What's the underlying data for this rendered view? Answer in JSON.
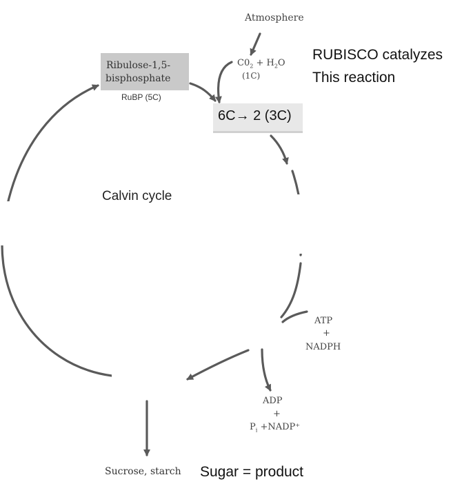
{
  "atmosphere": "Atmosphere",
  "co2_h2o": {
    "co": "C0",
    "sub2": "2",
    "plus_h": " + H",
    "subh2": "2",
    "o": "O",
    "onec": "(1C)"
  },
  "rubp": {
    "line1": "Ribulose-1,5-",
    "line2": "bisphosphate",
    "line3": "RuBP (5C)"
  },
  "annotations": {
    "rubisco_line1": "RUBISCO catalyzes",
    "rubisco_line2": "This reaction",
    "split": "6C→ 2 (3C)",
    "sugar": "Sugar = product"
  },
  "cycle_title": "Calvin cycle",
  "atp": {
    "line1": "ATP",
    "line2": "+",
    "line3": "NADPH"
  },
  "adp": {
    "line1": "ADP",
    "line2": "+",
    "line3_p": "P",
    "line3_i": "i",
    "line3_rest": " +NADP⁺"
  },
  "output": "Sucrose, starch",
  "colors": {
    "arrow": "#5a5a5a",
    "box_rubp": "#c9c9c9",
    "box_split": "#e8e8e8"
  }
}
